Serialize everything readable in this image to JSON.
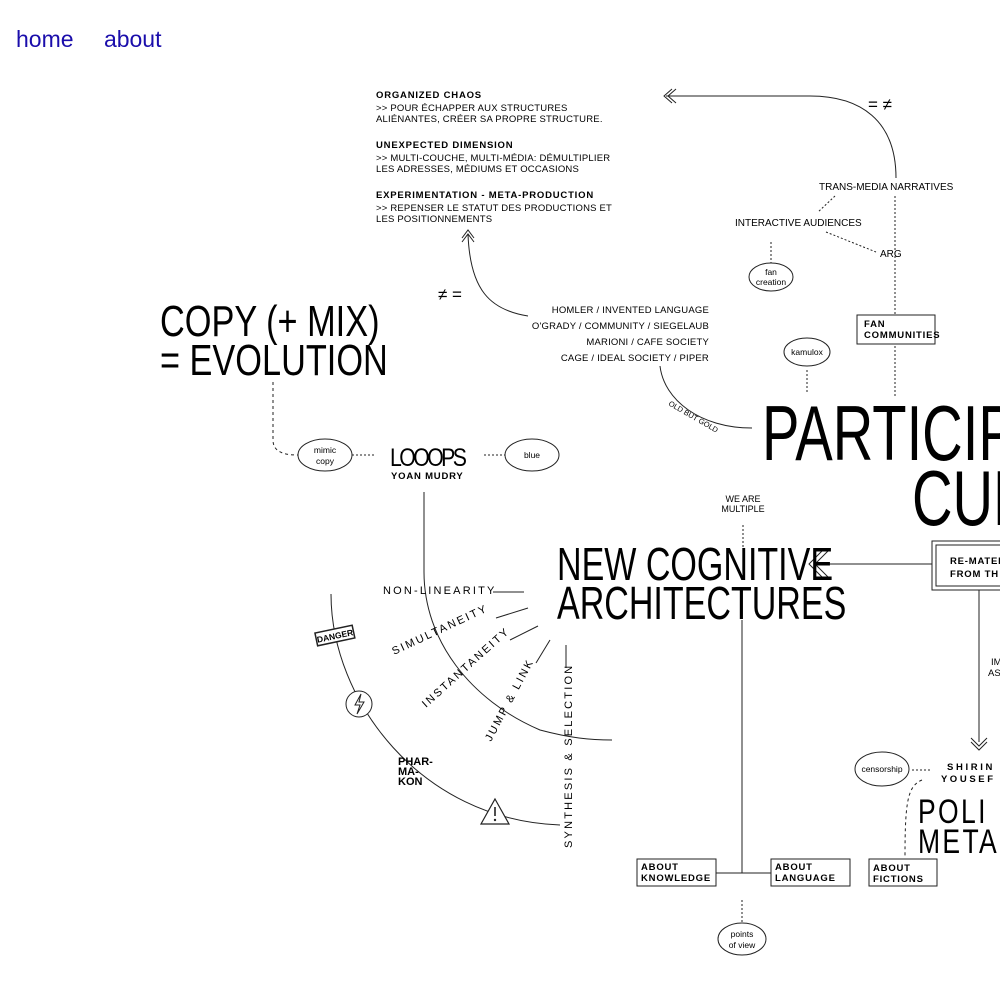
{
  "nav": {
    "home": "home",
    "about": "about"
  },
  "intro": {
    "s1_title": "ORGANIZED CHAOS",
    "s1_l1": ">> POUR ÉCHAPPER AUX STRUCTURES",
    "s1_l2": "ALIÉNANTES, CRÉER SA PROPRE STRUCTURE.",
    "s2_title": "UNEXPECTED DIMENSION",
    "s2_l1": ">> MULTI-COUCHE, MULTI-MÉDIA: DÉMULTIPLIER",
    "s2_l2": "LES ADRESSES, MÉDIUMS ET OCCASIONS",
    "s3_title": "EXPERIMENTATION - META-PRODUCTION",
    "s3_l1": ">> REPENSER LE STATUT DES PRODUCTIONS ET",
    "s3_l2": "LES POSITIONNEMENTS"
  },
  "symbols": {
    "eq_neq": "= ≠",
    "neq_eq": "≠ ="
  },
  "copymix": {
    "l1": "COPY (+ MIX)",
    "l2": "= EVOLUTION"
  },
  "references": {
    "r1": "HOMLER / INVENTED LANGUAGE",
    "r2": "O'GRADY / COMMUNITY / SIEGELAUB",
    "r3": "MARIONI / CAFE SOCIETY",
    "r4": "CAGE / IDEAL SOCIETY / PIPER",
    "arc": "OLD BUT GOLD"
  },
  "participatory": {
    "trans_media": "TRANS-MEDIA NARRATIVES",
    "interactive": "INTERACTIVE AUDIENCES",
    "arg": "ARG",
    "fan_creation_1": "fan",
    "fan_creation_2": "creation",
    "fan_comm_1": "FAN",
    "fan_comm_2": "COMMUNITIES",
    "kamulox": "kamulox",
    "title_l1": "PARTICIPA",
    "title_l2": "CUL",
    "rematerial_1": "RE-MATER",
    "rematerial_2": "FROM TH",
    "im_1": "IM",
    "im_2": "AS"
  },
  "loops": {
    "mimic_1": "mimic",
    "mimic_2": "copy",
    "logo": "LOOOPS",
    "authors": "YOAN   MUDRY",
    "blue": "blue"
  },
  "cognitive": {
    "multiple_1": "WE ARE",
    "multiple_2": "MULTIPLE",
    "title_l1": "NEW COGNITIVE",
    "title_l2": "ARCHITECTURES",
    "nonlinearity": "NON-LINEARITY",
    "simultaneity": "SIMULTANEITY",
    "instantaneity": "INSTANTANEITY",
    "jump_link": "JUMP & LINK",
    "synthesis": "SYNTHESIS & SELECTION",
    "danger": "DANGER",
    "pharmakon_1": "PHAR-",
    "pharmakon_2": "MA-",
    "pharmakon_3": "KON"
  },
  "about": {
    "knowledge_1": "ABOUT",
    "knowledge_2": "KNOWLEDGE",
    "language_1": "ABOUT",
    "language_2": "LANGUAGE",
    "fictions_1": "ABOUT",
    "fictions_2": "FICTIONS",
    "points_1": "points",
    "points_2": "of view"
  },
  "politics": {
    "censorship": "censorship",
    "shiring_1": "S H I R I N",
    "shiring_2": "Y O U S E F",
    "title_l1": "POLI",
    "title_l2": "META"
  }
}
